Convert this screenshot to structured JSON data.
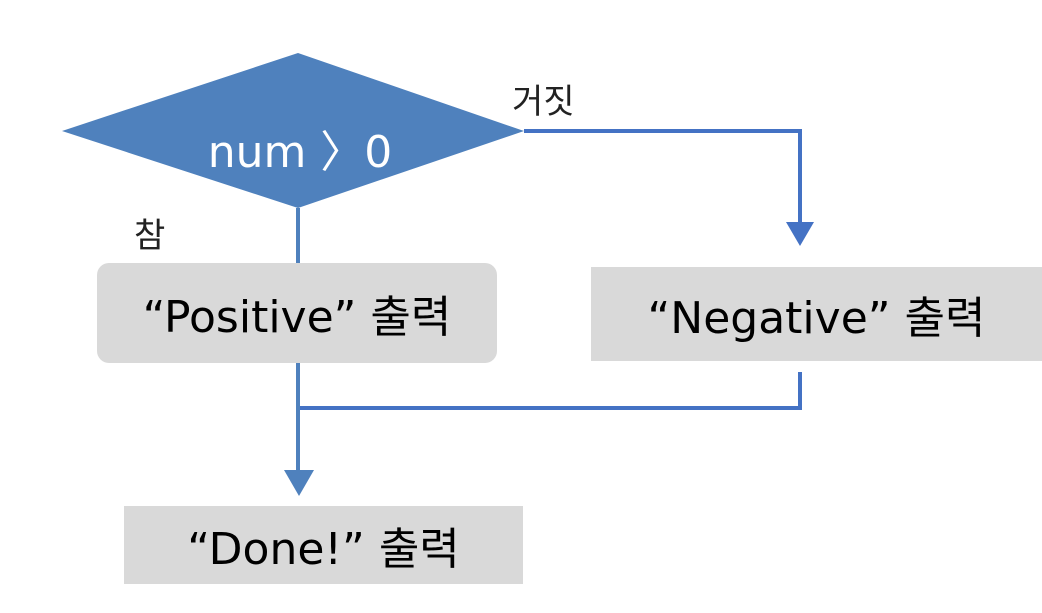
{
  "flowchart": {
    "decision": {
      "text": "num 〉0",
      "fill_color": "#4f81bd"
    },
    "branches": {
      "false_label": "거짓",
      "true_label": "참"
    },
    "process_boxes": {
      "positive": "“Positive” 출력",
      "negative": "“Negative” 출력",
      "done": "“Done!” 출력",
      "fill_color": "#d9d9d9"
    },
    "connector_color": "#4472c4"
  }
}
